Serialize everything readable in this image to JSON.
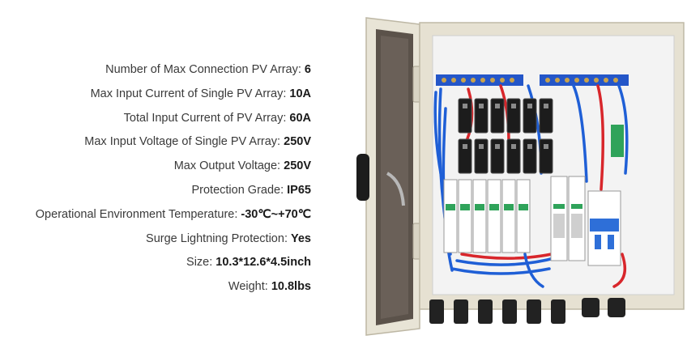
{
  "specs": [
    {
      "label": "Number of Max Connection PV Array: ",
      "value": "6"
    },
    {
      "label": "Max Input Current of Single PV Array: ",
      "value": "10A"
    },
    {
      "label": "Total Input Current of PV Array: ",
      "value": "60A"
    },
    {
      "label": "Max Input Voltage of Single PV Array: ",
      "value": "250V"
    },
    {
      "label": "Max Output Voltage: ",
      "value": "250V"
    },
    {
      "label": "Protection Grade: ",
      "value": "IP65"
    },
    {
      "label": "Operational Environment Temperature: ",
      "value": "-30℃~+70℃"
    },
    {
      "label": "Surge Lightning Protection: ",
      "value": "Yes"
    },
    {
      "label": "Size: ",
      "value": "10.3*12.6*4.5inch"
    },
    {
      "label": "Weight: ",
      "value": "10.8lbs"
    }
  ],
  "colors": {
    "enclosure": "#e6e1d2",
    "backplate": "#f2f2f2",
    "wire_blue": "#1f5fd6",
    "wire_red": "#d8262b",
    "breaker_blue": "#2e6fd8",
    "fuse_black": "#1c1c1c",
    "gland_black": "#222222"
  },
  "product": {
    "icons": [
      "combiner-box-photo",
      "fuse-holder-icon",
      "surge-protector-icon",
      "circuit-breaker-icon",
      "cable-gland-icon"
    ]
  }
}
